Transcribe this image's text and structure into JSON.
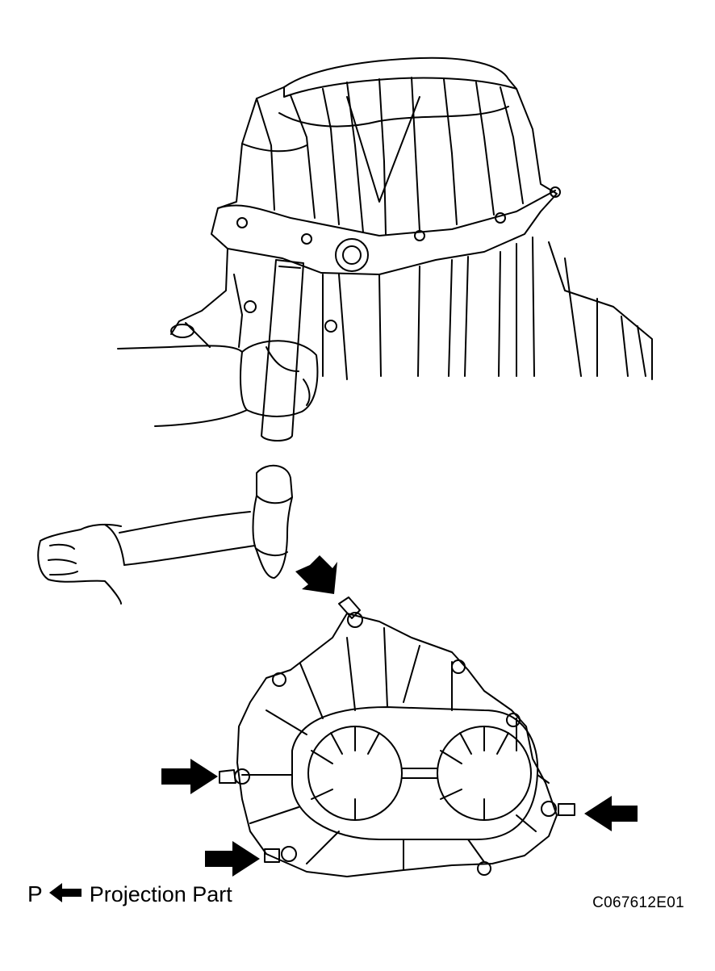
{
  "legend": {
    "letter": "P",
    "arrow_icon": "left-arrow-icon",
    "text": "Projection Part"
  },
  "figure_code": "C067612E01",
  "colors": {
    "ink": "#000000",
    "background": "#ffffff"
  }
}
